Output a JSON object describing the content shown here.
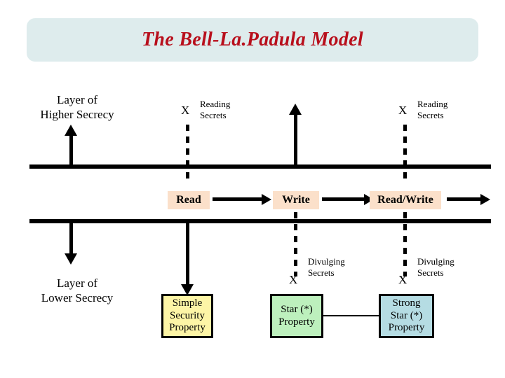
{
  "header": {
    "title": "The Bell-La.Padula Model",
    "banner_color": "#deeced",
    "title_color": "#b80f1c"
  },
  "layers": {
    "upper_label": "Layer of\nHigher Secrecy",
    "lower_label": "Layer of\nLower Secrecy"
  },
  "annotations": {
    "reading_secrets_left": "Reading\nSecrets",
    "reading_secrets_right": "Reading\nSecrets",
    "divulging_secrets_middle": "Divulging\nSecrets",
    "divulging_secrets_right": "Divulging\nSecrets",
    "x_mark": "X"
  },
  "operations": {
    "read": "Read",
    "write": "Write",
    "read_write": "Read/Write",
    "chip_color": "#fbe0ca"
  },
  "properties": [
    {
      "name": "simple-security-property",
      "label": "Simple\nSecurity\nProperty",
      "color": "#fdf5a6"
    },
    {
      "name": "star-property",
      "label": "Star (*)\nProperty",
      "color": "#bdf0bd"
    },
    {
      "name": "strong-star-property",
      "label": "Strong\nStar (*)\nProperty",
      "color": "#b5dce3"
    }
  ]
}
